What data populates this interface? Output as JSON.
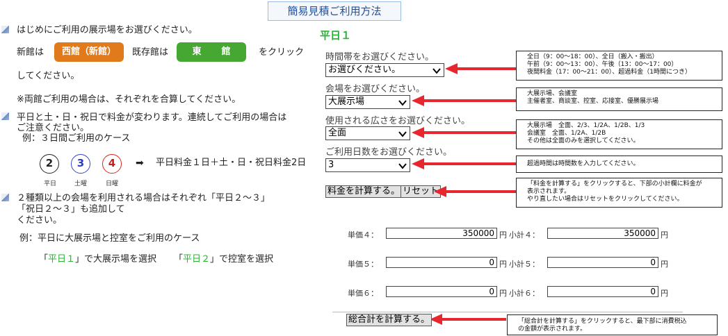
{
  "title": "簡易見積ご利用方法",
  "left": {
    "step1": "はじめにご利用の展示場をお選びください。",
    "shinkan_pre": "新館は",
    "shinkan_button": "西館（新館）",
    "kison_pre": "既存館は",
    "kison_button": "東　館",
    "click_suffix": "をクリック",
    "click_suffix2": "してください。",
    "note_both": "※両館ご利用の場合は、それぞれを合算してください。",
    "step2_line1": "平日と土・日・祝日で料金が変わります。連続してご利用の場合は",
    "step2_line2": "ご注意ください。",
    "example1": "例：３日間ご利用のケース",
    "days": [
      {
        "num": "2",
        "label": "平日"
      },
      {
        "num": "3",
        "label": "土曜"
      },
      {
        "num": "4",
        "label": "日曜"
      }
    ],
    "arrow_glyph": "➡",
    "example1_result": "平日料金１日＋土・日・祝日料金2日",
    "step3_line1": "２種類以上の会場を利用される場合はそれぞれ「平日２～３」",
    "step3_line2": "「祝日２～３」も追加して",
    "step3_line3": "ください。",
    "example2": "例：平日に大展示場と控室をご利用のケース",
    "example2_a_open": "「",
    "example2_a_green": "平日１",
    "example2_a_close": "」で大展示場を選択",
    "example2_b_open": "「",
    "example2_b_green": "平日２",
    "example2_b_close": "」で控室を選択"
  },
  "form": {
    "heading": "平日１",
    "time_label": "時間帯をお選びください。",
    "time_value": "お選びください。",
    "venue_label": "会場をお選びください。",
    "venue_value": "大展示場",
    "area_label": "使用される広さをお選びください。",
    "area_value": "全面",
    "days_label": "ご利用日数をお選びください。",
    "days_value": "3",
    "calc_button": "料金を計算する。",
    "reset_button": "リセット",
    "total_button": "総合計を計算する。"
  },
  "notes": {
    "time": [
      "全日（9：00～18：00）、全日（搬入・搬出）",
      "午前（9：00～13：00）、午後（13：00～17：00）",
      "夜間料金（17：00～21：00）、超過料金（1時間につき）"
    ],
    "venue": [
      "大展示場、会議室",
      "主催者室、商談室、控室、応接室、優勝展示場"
    ],
    "area": [
      "大展示場　全面、2/3、1/2A、1/2B、1/3",
      "会議室　全面、1/2A、1/2B",
      "その他は全面のみを選択してください。"
    ],
    "days": [
      "超過時間は時間数を入力してください。"
    ],
    "calc": [
      "「料金を計算する」をクリックすると、下部の小計欄に料金が",
      "表示されます。",
      "やり直したい場合はリセットをクリックしてください。"
    ],
    "total": [
      "「総合計を計算する」をクリックすると、最下部に消費税込",
      "の金額が表示されます。"
    ]
  },
  "rows": [
    {
      "unit_label": "単価４：",
      "unit_value": "350000",
      "yen": "円",
      "sub_label": "小計４：",
      "sub_value": "350000",
      "yen2": "円"
    },
    {
      "unit_label": "単価５：",
      "unit_value": "0",
      "yen": "円",
      "sub_label": "小計５：",
      "sub_value": "0",
      "yen2": "円"
    },
    {
      "unit_label": "単価６：",
      "unit_value": "0",
      "yen": "円",
      "sub_label": "小計６：",
      "sub_value": "0",
      "yen2": "円"
    }
  ],
  "colors": {
    "orange_button": "#e07a1a",
    "green_button": "#46a832",
    "accent_green": "#27b233",
    "arrow_red": "#e8262d",
    "title_blue": "#1f4f9e"
  }
}
